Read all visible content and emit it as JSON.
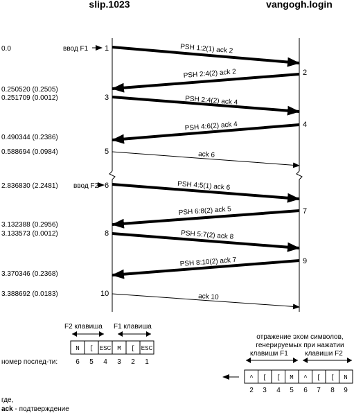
{
  "hosts": {
    "left": "slip.1023",
    "right": "vangogh.login"
  },
  "events": [
    {
      "time": "0.0",
      "input": "ввод F1",
      "seq": "1"
    },
    {
      "seq": "2"
    },
    {
      "time": "0.250520 (0.2505)"
    },
    {
      "time": "0.251709 (0.0012)",
      "seq": "3"
    },
    {
      "seq": "4"
    },
    {
      "time": "0.490344 (0.2386)"
    },
    {
      "time": "0.588694 (0.0984)",
      "seq": "5"
    },
    {
      "time": "2.836830 (2.2481)",
      "input": "ввод F2",
      "seq": "6"
    },
    {
      "seq": "7"
    },
    {
      "time": "3.132388 (0.2956)"
    },
    {
      "time": "3.133573 (0.0012)",
      "seq": "8"
    },
    {
      "seq": "9"
    },
    {
      "time": "3.370346 (0.2368)"
    },
    {
      "time": "3.388692 (0.0183)",
      "seq": "10"
    }
  ],
  "segments": [
    "PSH 1:2(1)  ack 2",
    "PSH 2:4(2)  ack 2",
    "PSH 2:4(2)  ack 4",
    "PSH 4:6(2)  ack 4",
    "ack 6",
    "PSH 4:5(1)  ack 6",
    "PSH 6:8(2)  ack 5",
    "PSH 5:7(2)  ack 8",
    "PSH 8:10(2)  ack 7",
    "ack 10"
  ],
  "left_buffer": {
    "label_f2": "F2 клавиша",
    "label_f1": "F1 клавиша",
    "cells": [
      "N",
      "[",
      "ESC",
      "M",
      "[",
      "ESC"
    ],
    "seq_label": "номер послед-ти:",
    "seq_numbers": [
      "6",
      "5",
      "4",
      "3",
      "2",
      "1"
    ]
  },
  "right_buffer": {
    "caption_1": "отражение эхом символов,",
    "caption_2": "генерируемых при нажатии",
    "label_f1": "клавиши F1",
    "label_f2": "клавиши F2",
    "cells": [
      "^",
      "[",
      "[",
      "M",
      "^",
      "[",
      "[",
      "N"
    ],
    "seq_numbers": [
      "2",
      "3",
      "4",
      "5",
      "6",
      "7",
      "8",
      "9"
    ]
  },
  "legend": {
    "where": "где,",
    "term": "ack",
    "definition": " - подтверждение"
  }
}
